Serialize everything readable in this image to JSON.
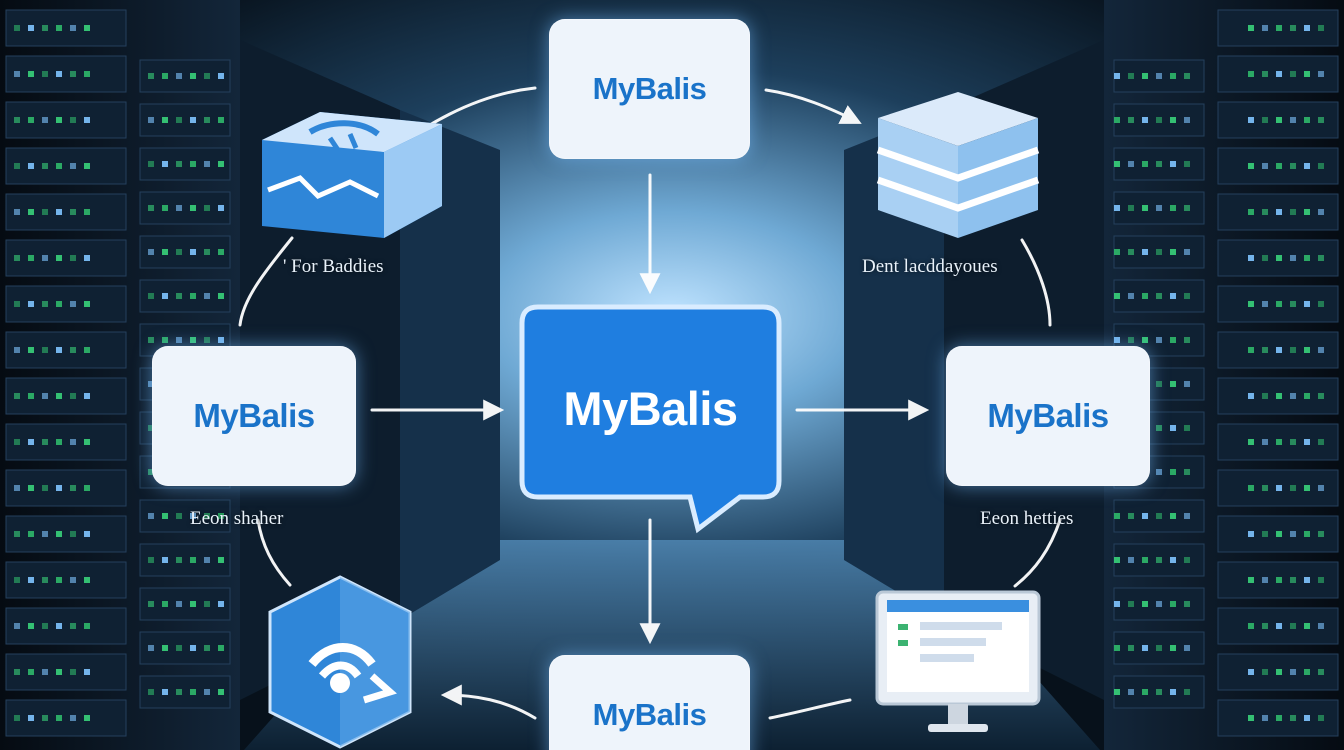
{
  "nodes": {
    "top": {
      "label": "MyBalis"
    },
    "left": {
      "label": "MyBalis"
    },
    "right": {
      "label": "MyBalis"
    },
    "bottom": {
      "label": "MyBalis"
    },
    "center": {
      "label": "MyBalis"
    }
  },
  "captions": {
    "top_left": "' For Baddies",
    "top_right": "Dent lacddayoues",
    "mid_left": "Eeon shaher",
    "mid_right": "Eeon hetties"
  },
  "icons": {
    "top_left": "api-block-icon",
    "top_right": "database-stack-icon",
    "bottom_left": "refresh-hexagon-icon",
    "bottom_right": "monitor-icon"
  },
  "colors": {
    "accent": "#1a73c9",
    "center_fill": "#1f7ee0",
    "card_bg": "#eef4fb",
    "background": "#0a1622",
    "glow": "#7fc4ff"
  }
}
